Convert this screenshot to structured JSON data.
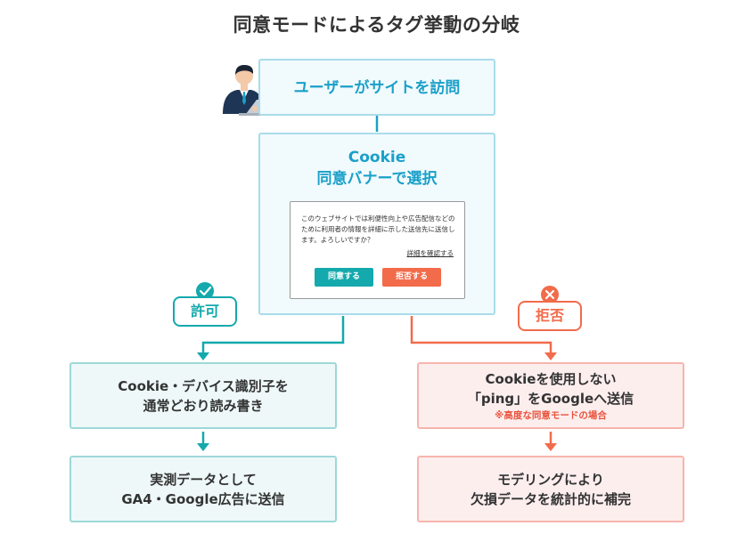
{
  "title": "同意モードによるタグ挙動の分岐",
  "visit": {
    "label": "ユーザーがサイトを訪問"
  },
  "consent_banner": {
    "title_line1": "Cookie",
    "title_line2": "同意バナーで選択",
    "message": "このウェブサイトでは利便性向上や広告配信などのために利用者の情報を詳細に示した送信先に送信します。よろしいですか？",
    "details_link": "詳細を確認する",
    "agree_button": "同意する",
    "reject_button": "拒否する"
  },
  "branches": {
    "allow": {
      "label": "許可",
      "step1_line1": "Cookie・デバイス識別子を",
      "step1_line2": "通常どおり読み書き",
      "step2_line1": "実測データとして",
      "step2_line2": "GA4・Google広告に送信"
    },
    "reject": {
      "label": "拒否",
      "step1_line1": "Cookieを使用しない",
      "step1_line2": "「ping」をGoogleへ送信",
      "step1_note": "※高度な同意モードの場合",
      "step2_line1": "モデリングにより",
      "step2_line2": "欠損データを統計的に補完"
    }
  },
  "colors": {
    "teal": "#14a9ac",
    "red": "#f26b4a",
    "blue": "#1aa0c9"
  }
}
